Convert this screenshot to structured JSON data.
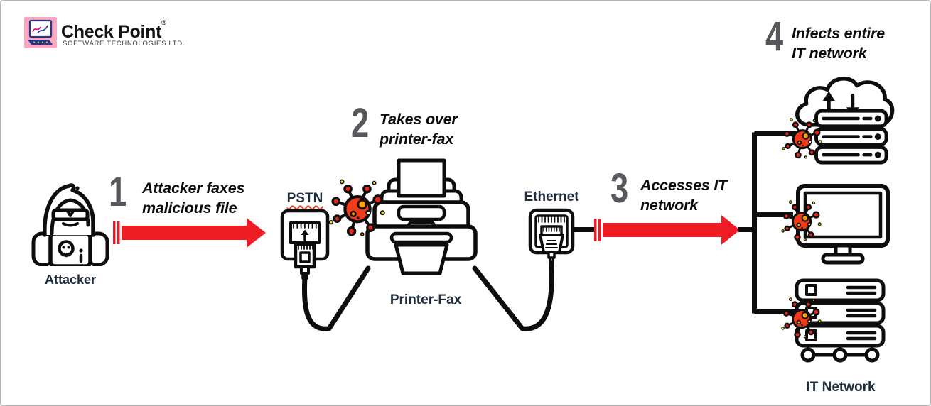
{
  "logo": {
    "brand": "Check Point",
    "registered": "®",
    "subtitle": "SOFTWARE TECHNOLOGIES LTD."
  },
  "steps": [
    {
      "num": "1",
      "line1": "Attacker faxes",
      "line2": "malicious file"
    },
    {
      "num": "2",
      "line1": "Takes over",
      "line2": "printer-fax"
    },
    {
      "num": "3",
      "line1": "Accesses IT",
      "line2": "network"
    },
    {
      "num": "4",
      "line1": "Infects entire",
      "line2": "IT network"
    }
  ],
  "labels": {
    "attacker": "Attacker",
    "pstn": "PSTN",
    "ethernet": "Ethernet",
    "printer_fax": "Printer-Fax",
    "it_network": "IT Network"
  },
  "colors": {
    "ink": "#0d0d0d",
    "arrow_red": "#ee1c25",
    "step_num": "#57585b",
    "label_dark": "#1f2d3d",
    "virus_red": "#f13a17",
    "virus_tip": "#e82317",
    "virus_dot": "#ffa000",
    "sparkle": "#ffd900",
    "underline_red": "#e8452f",
    "logo_pink": "#f9a8bf",
    "logo_blue": "#27348b",
    "logo_magenta": "#e6007e",
    "logo_yellow": "#ffd500",
    "border_gray": "#aeb4ba"
  }
}
